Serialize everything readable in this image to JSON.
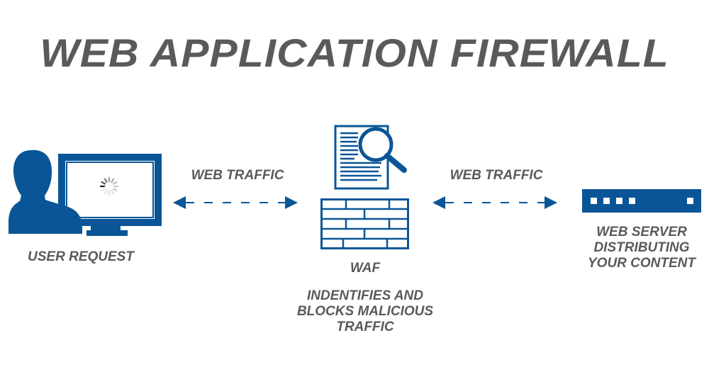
{
  "title": "WEB APPLICATION FIREWALL",
  "colors": {
    "primary": "#0a5597",
    "text": "#5a5a5a"
  },
  "nodes": {
    "user": {
      "label": "USER REQUEST",
      "icon": "user-computer-icon"
    },
    "waf": {
      "label": "WAF",
      "description": [
        "INDENTIFIES AND",
        "BLOCKS MALICIOUS",
        "TRAFFIC"
      ],
      "icons": [
        "document-search-icon",
        "firewall-brick-icon"
      ]
    },
    "server": {
      "label": [
        "WEB SERVER",
        "DISTRIBUTING",
        "YOUR CONTENT"
      ],
      "icon": "server-rack-icon"
    }
  },
  "connections": [
    {
      "label": "WEB TRAFFIC",
      "from": "user",
      "to": "waf",
      "direction": "bidirectional"
    },
    {
      "label": "WEB TRAFFIC",
      "from": "waf",
      "to": "server",
      "direction": "bidirectional"
    }
  ]
}
